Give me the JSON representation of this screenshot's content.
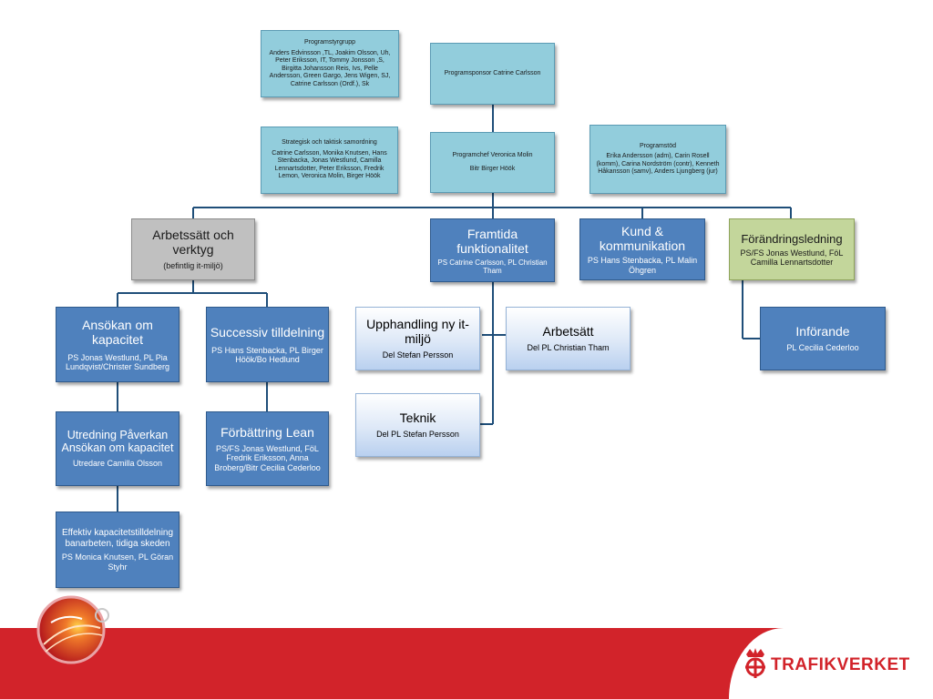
{
  "nodes": {
    "styrgrupp": {
      "title": "Programstyrgrupp",
      "body": "Anders Edvinsson ,TL, Joakim Olsson, Uh, Peter Eriksson, IT, Tommy Jonsson ,S, Birgitta Johansson Reis, Ivs, Pelle Andersson, Green Gargo, Jens Wigen, SJ, Catrine Carlsson  (Ordf.), Sk"
    },
    "sponsor": {
      "body": "Programsponsor Catrine Carlsson"
    },
    "strategisk": {
      "title": "Strategisk och taktisk samordning",
      "body": "Catrine Carlsson, Monika Knutsen, Hans Stenbacka, Jonas Westlund, Camilla Lennartsdotter, Peter Eriksson, Fredrik Lemon, Veronica Molin, Birger Höök"
    },
    "programchef": {
      "line1": "Programchef Veronica Molin",
      "line2": "Bitr Birger Höök"
    },
    "programstod": {
      "title": "Programstöd",
      "body": "Erika Andersson (adm), Carin Rosell (komm), Carina Nordström (contr), Kenneth Håkansson (samv), Anders Ljungberg (jur)"
    },
    "arbetssatt_verktyg": {
      "title": "Arbetssätt och verktyg",
      "sub": "(befintlig it-miljö)"
    },
    "framtida": {
      "title": "Framtida funktionalitet",
      "sub": "PS Catrine Carlsson, PL Christian Tham"
    },
    "kund": {
      "title": "Kund & kommunikation",
      "sub": "PS Hans Stenbacka, PL Malin Öhgren"
    },
    "forandring": {
      "title": "Förändringsledning",
      "sub": "PS/FS Jonas Westlund, FöL Camilla Lennartsdotter"
    },
    "ansokan": {
      "title": "Ansökan om kapacitet",
      "sub": "PS Jonas Westlund, PL Pia Lundqvist/Christer Sundberg"
    },
    "successiv": {
      "title": "Successiv tilldelning",
      "sub": "PS Hans Stenbacka, PL Birger Höök/Bo Hedlund"
    },
    "upphandling": {
      "title": "Upphandling ny it-miljö",
      "sub": "Del Stefan Persson"
    },
    "arbetssatt": {
      "title": "Arbetsätt",
      "sub": "Del PL Christian Tham"
    },
    "teknik": {
      "title": "Teknik",
      "sub": "Del PL Stefan Persson"
    },
    "inforande": {
      "title": "Införande",
      "sub": "PL Cecilia Cederloo"
    },
    "utredning": {
      "title": "Utredning Påverkan Ansökan om kapacitet",
      "sub": "Utredare Camilla Olsson"
    },
    "forbattring": {
      "title": "Förbättring Lean",
      "sub": "PS/FS Jonas Westlund, FöL Fredrik Eriksson, Anna Broberg/Bitr Cecilia Cederloo"
    },
    "effektiv": {
      "title": "Effektiv kapacitetstilldelning banarbeten, tidiga skeden",
      "sub": "PS Monica Knutsen, PL Göran Styhr"
    }
  },
  "footer": {
    "brand": "TRAFIKVERKET"
  },
  "colors": {
    "light_blue": "#92cddc",
    "dark_blue": "#4f81bd",
    "gray": "#c0c0c0",
    "green": "#c3d69b",
    "connector": "#1f4e79",
    "band_red": "#d2232a"
  }
}
